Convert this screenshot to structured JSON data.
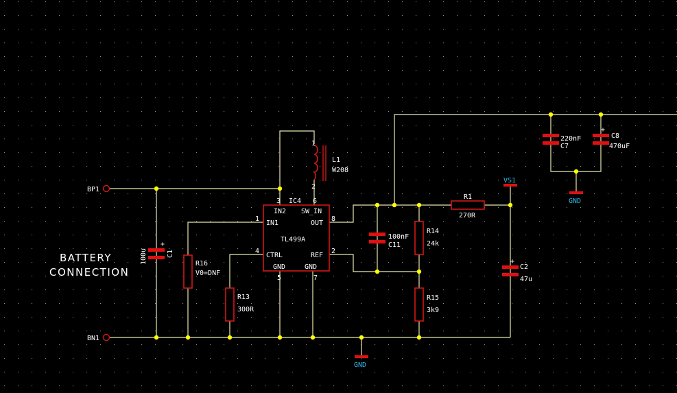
{
  "title": "BATTERY CONNECTION",
  "title_line1": "BATTERY",
  "title_line2": "CONNECTION",
  "connectors": {
    "positive": "BP1",
    "negative": "BN1"
  },
  "ic": {
    "ref": "IC4",
    "part": "TL499A",
    "pins": {
      "in2": "IN2",
      "in2_num": "3",
      "sw_in": "SW_IN",
      "sw_in_num": "6",
      "in1": "IN1",
      "in1_num": "1",
      "out": "OUT",
      "out_num": "8",
      "ctrl": "CTRL",
      "ctrl_num": "4",
      "ref": "REF",
      "ref_num": "2",
      "gnd_a": "GND",
      "gnd_a_num": "5",
      "gnd_b": "GND",
      "gnd_b_num": "7"
    }
  },
  "inductor": {
    "ref": "L1",
    "value": "W208",
    "pin1": "1",
    "pin2": "2"
  },
  "components": {
    "c1": {
      "ref": "C1",
      "value": "100u"
    },
    "r16": {
      "ref": "R16",
      "value": "V0=DNF"
    },
    "r13": {
      "ref": "R13",
      "value": "300R"
    },
    "c11": {
      "ref": "C11",
      "value": "100nF"
    },
    "r14": {
      "ref": "R14",
      "value": "24k"
    },
    "r15": {
      "ref": "R15",
      "value": "3k9"
    },
    "r1": {
      "ref": "R1",
      "value": "270R"
    },
    "c2": {
      "ref": "C2",
      "value": "47u"
    },
    "c7": {
      "ref": "C7",
      "value": "220nF"
    },
    "c8": {
      "ref": "C8",
      "value": "470uF"
    }
  },
  "nets": {
    "vs1": "VS1",
    "gnd_main": "GND",
    "gnd_right": "GND"
  },
  "colors": {
    "background": "#000000",
    "wire": "#e8e8b0",
    "component": "#d01818",
    "junction": "#ffff00",
    "net_label": "#33b5e5",
    "grid_dot": "#8a8a8a"
  }
}
